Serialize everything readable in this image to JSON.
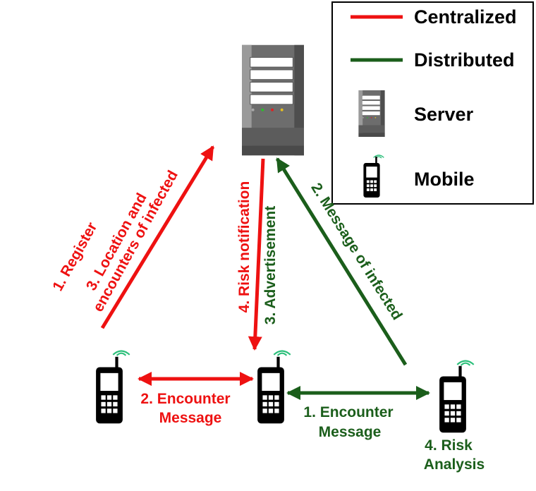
{
  "colors": {
    "centralized": "#ee1111",
    "distributed": "#1b5e1b",
    "text": "#000000",
    "server_body": "#7b7b7b",
    "wifi": "#2bbf7a"
  },
  "legend": {
    "centralized": "Centralized",
    "distributed": "Distributed",
    "server": "Server",
    "mobile": "Mobile"
  },
  "labels": {
    "left_register": "1. Register",
    "left_location_1": "3. Location and",
    "left_location_2": "encounters of infected",
    "mid_risk_notification": "4. Risk notification",
    "mid_advertisement": "3. Advertisement",
    "right_message": "2. Message of infected",
    "encounter_red_1": "2. Encounter",
    "encounter_red_2": "Message",
    "encounter_green_1": "1. Encounter",
    "encounter_green_2": "Message",
    "risk_analysis_1": "4. Risk",
    "risk_analysis_2": "Analysis"
  },
  "icons": {
    "server": "server-icon",
    "mobile": "mobile-phone-icon",
    "wifi": "wifi-signal-icon"
  }
}
